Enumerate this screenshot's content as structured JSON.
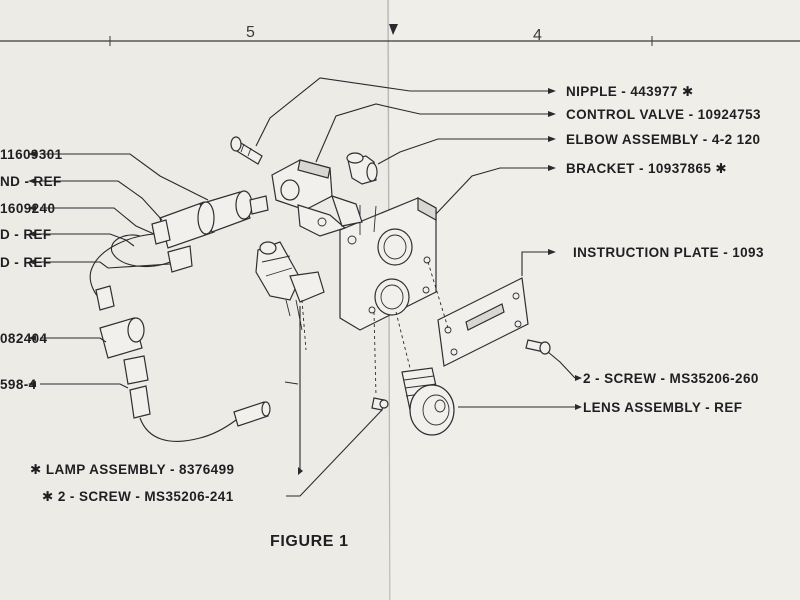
{
  "grid": {
    "left_number": "5",
    "right_number": "4"
  },
  "labels": {
    "nipple": "NIPPLE - 443977 ✱",
    "control_valve": "CONTROL VALVE - 10924753",
    "elbow_assembly": "ELBOW ASSEMBLY - 4-2 120",
    "bracket": "BRACKET - 10937865 ✱",
    "instruction_plate": "INSTRUCTION PLATE - 1093",
    "screw_260": "2 - SCREW - MS35206-260",
    "lens_assembly": "LENS ASSEMBLY - REF",
    "lamp_assembly": "✱ LAMP ASSEMBLY - 8376499",
    "screw_241": "✱ 2 - SCREW - MS35206-241",
    "left_1": "11609301",
    "left_2": "ND - REF",
    "left_3": "1609240",
    "left_4": "D - REF",
    "left_5": "D - REF",
    "left_6": "082404",
    "left_7": "598-4"
  },
  "caption": "FIGURE 1"
}
